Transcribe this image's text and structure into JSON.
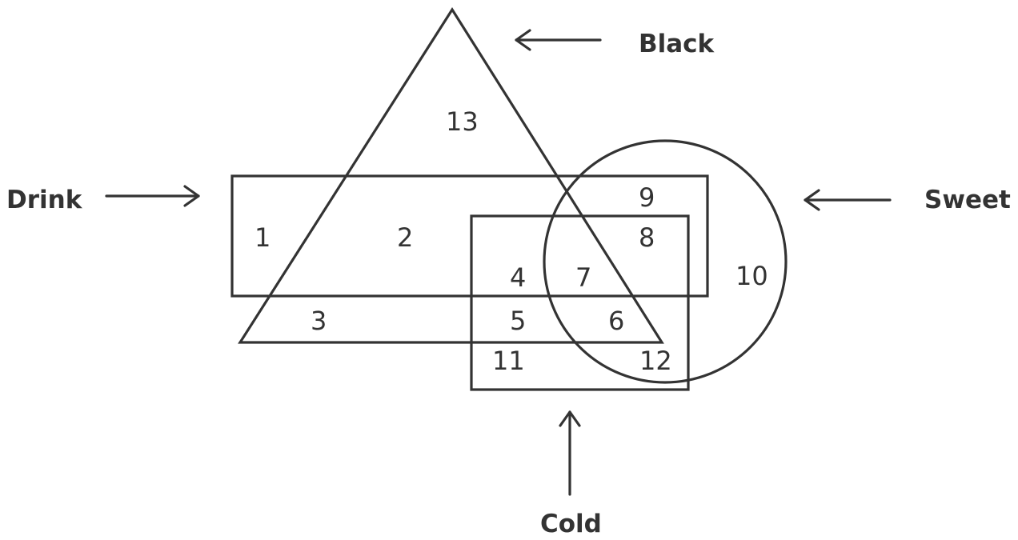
{
  "sets": {
    "black": "Black",
    "drink": "Drink",
    "sweet": "Sweet",
    "cold": "Cold"
  },
  "regions": [
    "1",
    "2",
    "3",
    "4",
    "5",
    "6",
    "7",
    "8",
    "9",
    "10",
    "11",
    "12",
    "13"
  ],
  "colors": {
    "stroke": "#333333",
    "background": "#ffffff"
  }
}
